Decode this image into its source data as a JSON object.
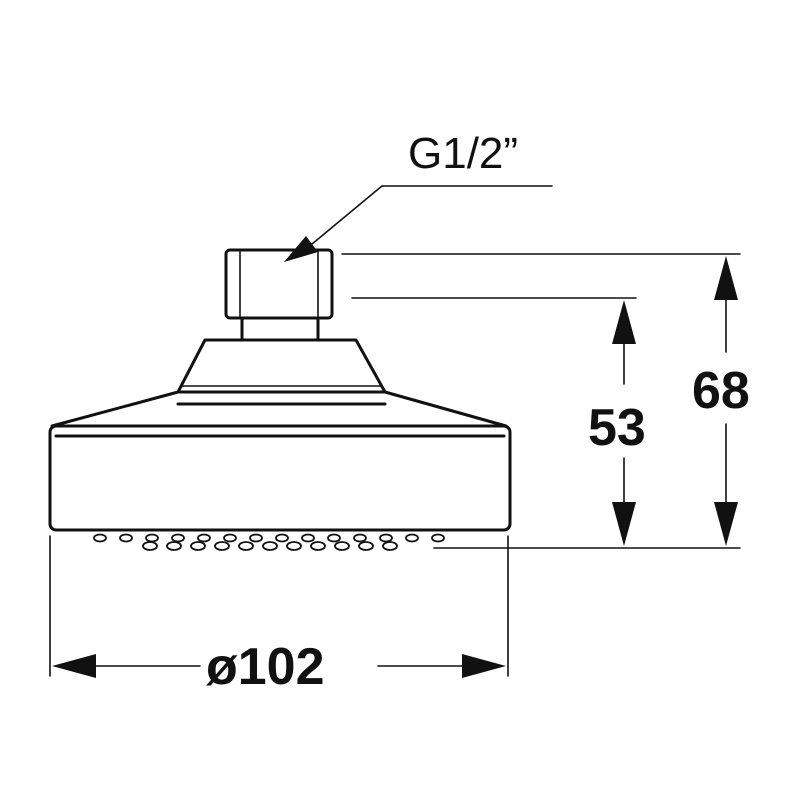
{
  "labels": {
    "thread": "G1/2”",
    "diameter": "ø102",
    "height_inner": "53",
    "height_total": "68"
  },
  "colors": {
    "ink": "#111111",
    "paper": "#ffffff"
  }
}
